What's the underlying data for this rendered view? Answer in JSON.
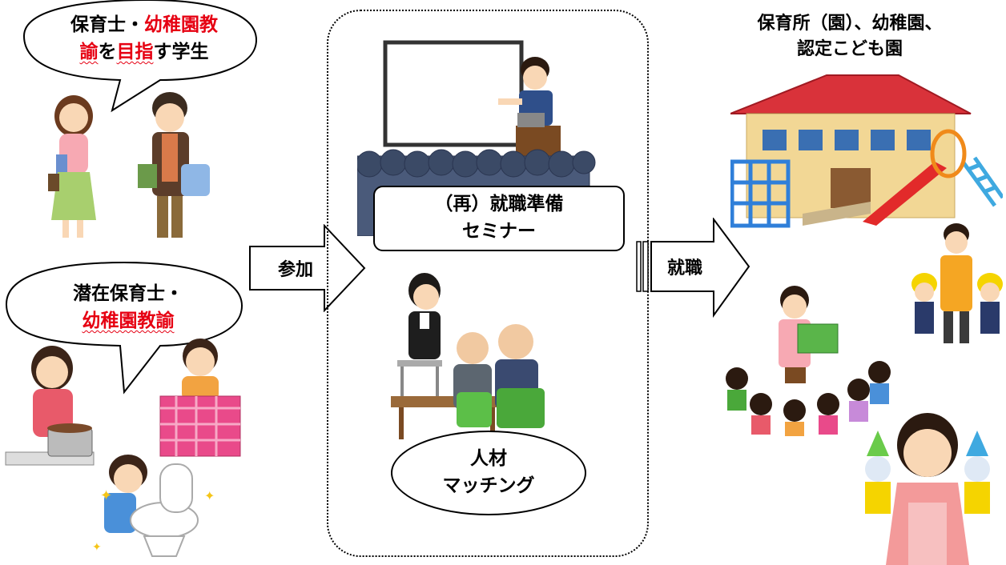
{
  "left": {
    "bubble1": {
      "line1_black": "保育士・",
      "line1_red": "幼稚園教",
      "line2_red_a": "諭",
      "line2_black_a": "を",
      "line2_red_b": "目指",
      "line2_black_b": "す学生"
    },
    "bubble2": {
      "line1": "潜在保育士・",
      "line2": "幼稚園教諭"
    }
  },
  "arrows": {
    "participate": "参加",
    "employment": "就職"
  },
  "center": {
    "seminar_line1": "（再）就職準備",
    "seminar_line2": "セミナー",
    "matching_line1": "人材",
    "matching_line2": "マッチング"
  },
  "right": {
    "heading_line1": "保育所（園）、幼稚園、",
    "heading_line2": "認定こども園"
  },
  "colors": {
    "red_text": "#e60012",
    "roof": "#d9323a",
    "building": "#f2d795",
    "window": "#3a6fb2",
    "apron": "#f39a9a"
  }
}
